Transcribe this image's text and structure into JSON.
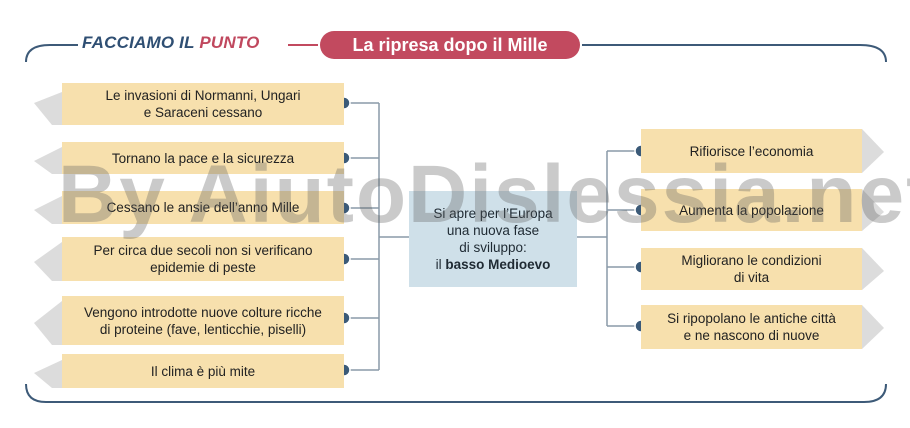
{
  "header": {
    "label_part1": "FACCIAMO IL",
    "label_part2": "PUNTO",
    "title": "La ripresa dopo il Mille"
  },
  "causes": [
    {
      "line1": "Le invasioni di Normanni, Ungari",
      "line2": "e Saraceni cessano"
    },
    {
      "line1": "Tornano la pace e la sicurezza",
      "line2": ""
    },
    {
      "line1": "Cessano le ansie dell’anno Mille",
      "line2": ""
    },
    {
      "line1": "Per circa due secoli non si verificano",
      "line2": "epidemie di peste"
    },
    {
      "line1": "Vengono introdotte nuove colture ricche",
      "line2": "di proteine (fave, lenticchie, piselli)"
    },
    {
      "line1": "Il clima è più mite",
      "line2": ""
    }
  ],
  "center": {
    "line1": "Si apre per l’Europa",
    "line2": "una nuova fase",
    "line3": "di sviluppo:",
    "line4_prefix": "il ",
    "line4_bold": "basso Medioevo"
  },
  "effects": [
    {
      "line1": "Rifiorisce l’economia",
      "line2": ""
    },
    {
      "line1": "Aumenta la popolazione",
      "line2": ""
    },
    {
      "line1": "Migliorano le condizioni",
      "line2": "di vita"
    },
    {
      "line1": "Si ripopolano le antiche città",
      "line2": "e ne nascono di nuove"
    }
  ],
  "watermark": "By AiutoDislessia.net",
  "colors": {
    "box_fill": "#f7e0ad",
    "center_fill": "#cfe0e9",
    "title_fill": "#c24a5f",
    "heading_text": "#2f4f73",
    "heading_accent": "#c0485e",
    "connector": "#8a9aa8",
    "dot": "#3b5a78"
  }
}
